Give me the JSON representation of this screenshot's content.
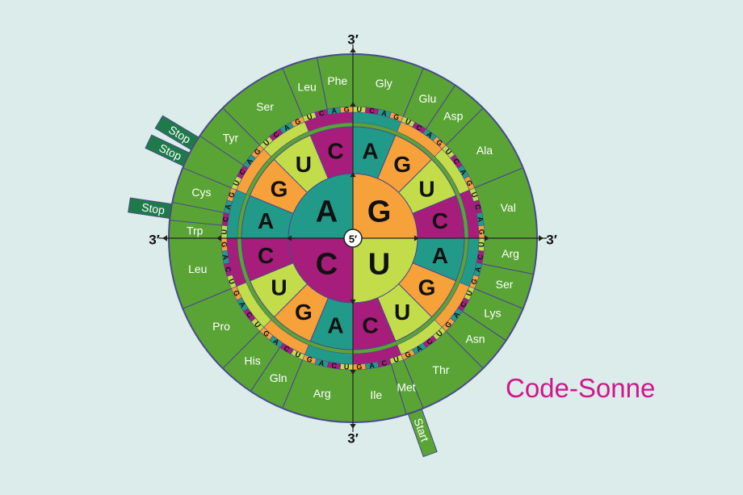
{
  "title": "Code-Sonne",
  "center_label": "5′",
  "axis_labels": {
    "top": "3′",
    "bottom": "3′",
    "left": "3′",
    "right": "3′"
  },
  "colors": {
    "background": "#dbeceb",
    "G": "#f7a13a",
    "U": "#c3dc4a",
    "A": "#229a8a",
    "C": "#a61d7b",
    "amino_ring": "#5aa436",
    "stop_tag": "#1f7a4a",
    "start_tag": "#5aa436",
    "outline": "#4a4a8a",
    "title": "#d1168a"
  },
  "rings": {
    "first_base": [
      "G",
      "U",
      "C",
      "A"
    ],
    "second_base": [
      "A",
      "G",
      "U",
      "C",
      "A",
      "G",
      "U",
      "C",
      "A",
      "G",
      "U",
      "C",
      "A",
      "G",
      "U",
      "C"
    ],
    "third_base": [
      "U",
      "C",
      "A",
      "G",
      "U",
      "C",
      "A",
      "G",
      "U",
      "C",
      "A",
      "G",
      "U",
      "C",
      "A",
      "G",
      "U",
      "C",
      "A",
      "G",
      "U",
      "C",
      "A",
      "G",
      "U",
      "C",
      "A",
      "G",
      "U",
      "C",
      "A",
      "G",
      "U",
      "C",
      "A",
      "G",
      "U",
      "C",
      "A",
      "G",
      "U",
      "C",
      "A",
      "G",
      "U",
      "C",
      "A",
      "G",
      "U",
      "C",
      "A",
      "G",
      "U",
      "C",
      "A",
      "G",
      "U",
      "C",
      "A",
      "G",
      "U",
      "C",
      "A",
      "G"
    ]
  },
  "amino_acids": [
    {
      "name": "Gly",
      "span": [
        0,
        4
      ]
    },
    {
      "name": "Glu",
      "span": [
        4,
        6
      ]
    },
    {
      "name": "Asp",
      "span": [
        6,
        8
      ]
    },
    {
      "name": "Ala",
      "span": [
        8,
        12
      ]
    },
    {
      "name": "Val",
      "span": [
        12,
        16
      ]
    },
    {
      "name": "Arg",
      "span": [
        16,
        18
      ]
    },
    {
      "name": "Ser",
      "span": [
        18,
        20
      ]
    },
    {
      "name": "Lys",
      "span": [
        20,
        22
      ]
    },
    {
      "name": "Asn",
      "span": [
        22,
        24
      ]
    },
    {
      "name": "Thr",
      "span": [
        24,
        28
      ]
    },
    {
      "name": "Met",
      "span": [
        28,
        29
      ]
    },
    {
      "name": "Ile",
      "span": [
        29,
        32
      ]
    },
    {
      "name": "Arg",
      "span": [
        32,
        36
      ]
    },
    {
      "name": "Gln",
      "span": [
        36,
        38
      ]
    },
    {
      "name": "His",
      "span": [
        38,
        40
      ]
    },
    {
      "name": "Pro",
      "span": [
        40,
        44
      ]
    },
    {
      "name": "Leu",
      "span": [
        44,
        48
      ]
    },
    {
      "name": "Trp",
      "span": [
        48,
        49
      ]
    },
    {
      "name": "Cys",
      "span": [
        50,
        52
      ]
    },
    {
      "name": "Tyr",
      "span": [
        54,
        56
      ]
    },
    {
      "name": "Ser",
      "span": [
        56,
        60
      ]
    },
    {
      "name": "Leu",
      "span": [
        60,
        62
      ]
    },
    {
      "name": "Phe",
      "span": [
        62,
        64
      ]
    }
  ],
  "stop_tags": [
    {
      "label": "Stop",
      "codon_index": 49
    },
    {
      "label": "Stop",
      "codon_index": 52
    },
    {
      "label": "Stop",
      "codon_index": 53
    }
  ],
  "start_tag": {
    "label": "Start",
    "codon_index": 28
  }
}
